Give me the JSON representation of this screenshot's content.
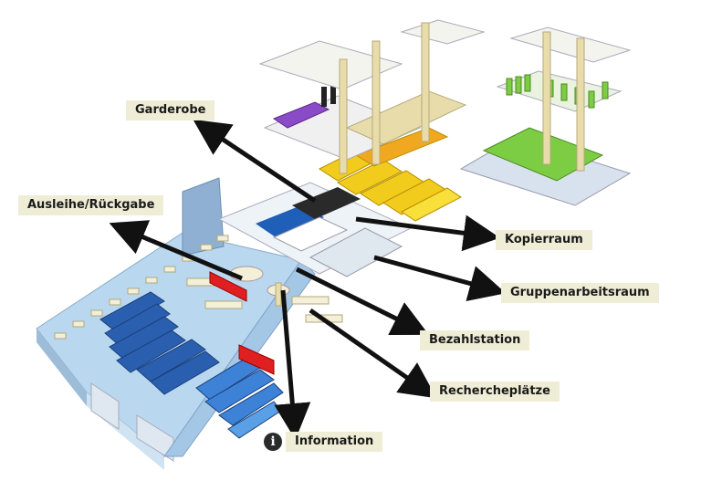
{
  "labels": {
    "garderobe": "Garderobe",
    "ausleihe": "Ausleihe/Rückgabe",
    "kopierraum": "Kopierraum",
    "gruppenarbeitsraum": "Gruppenarbeitsraum",
    "bezahlstation": "Bezahlstation",
    "rechercheplaetze": "Rechercheplätze",
    "information": "Information"
  },
  "icons": {
    "information": "info-icon"
  },
  "colors": {
    "label_bg": "#efedd6",
    "floor": "#b9d7ee",
    "shelf_blue": "#2a5fb0",
    "shelf_yellow": "#f2cc1c",
    "shelf_green": "#7ccc44",
    "shelf_purple": "#8a4bc7",
    "pillar": "#e8dcab",
    "counter_red": "#e02020"
  }
}
